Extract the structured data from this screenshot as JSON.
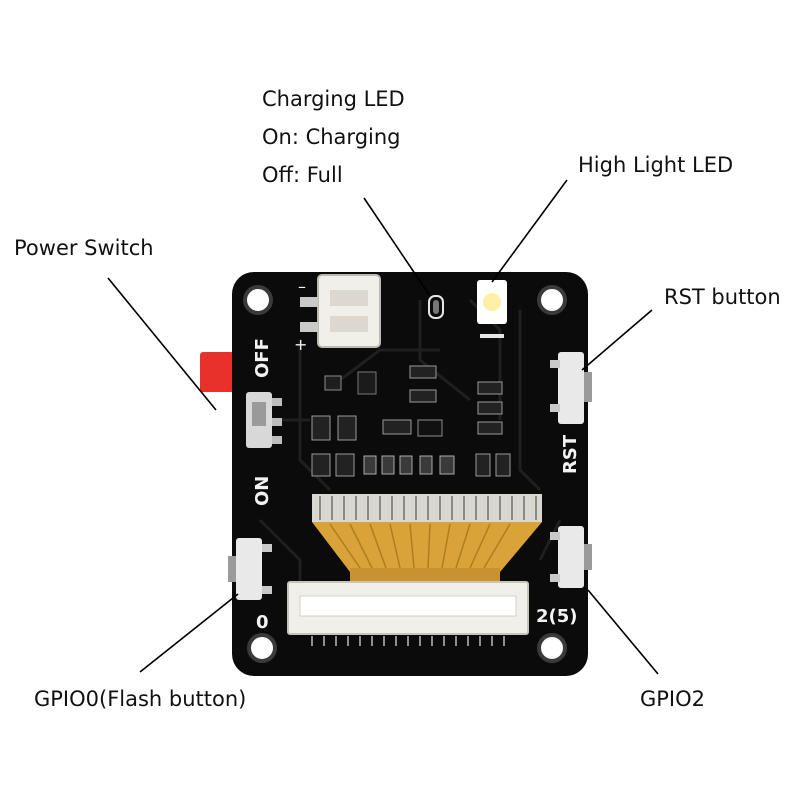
{
  "callouts": {
    "charging_led": [
      "Charging LED",
      "On: Charging",
      "Off: Full"
    ],
    "high_light_led": "High Light LED",
    "power_switch": "Power Switch",
    "rst_button": "RST button",
    "gpio0": "GPIO0(Flash button)",
    "gpio2": "GPIO2"
  },
  "silkscreen": {
    "off": "OFF",
    "on": "ON",
    "rst": "RST",
    "zero": "0",
    "two_five": "2(5)",
    "minus": "–",
    "plus": "+"
  },
  "colors": {
    "board": "#0b0b0b",
    "trace": "#1c1c1c",
    "flex": "#d9a33a",
    "switch_cap": "#e8312a",
    "connector": "#f1efe9",
    "led": "#fff7c9",
    "leader_line": "#000000"
  }
}
